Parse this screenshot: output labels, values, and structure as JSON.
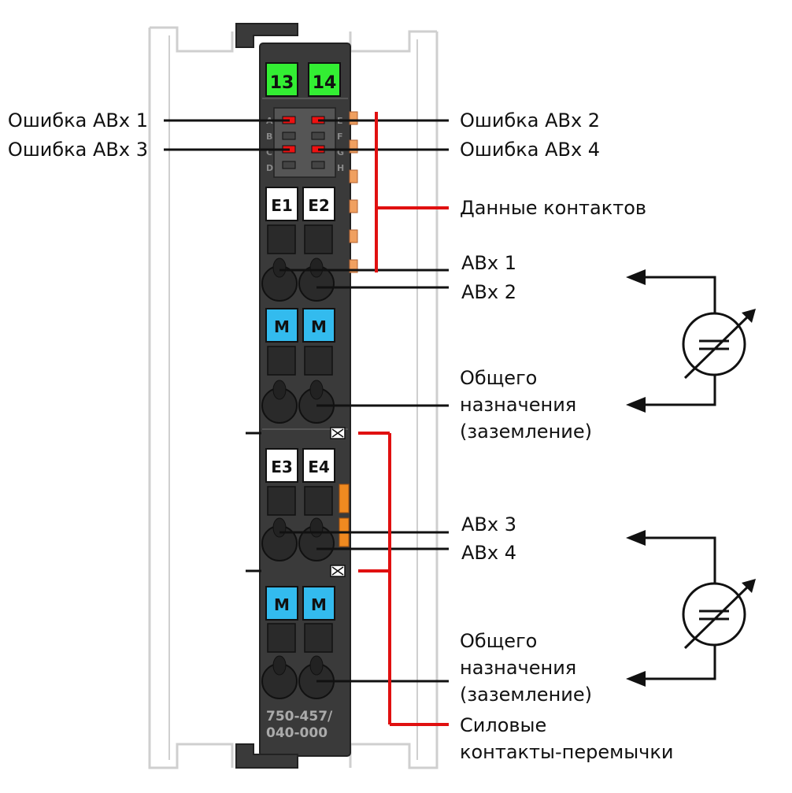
{
  "module": {
    "slot_top_left": "13",
    "slot_top_right": "14",
    "led_letters_left": [
      "A",
      "B",
      "C",
      "D"
    ],
    "led_letters_right": [
      "E",
      "F",
      "G",
      "H"
    ],
    "input_e1": "E1",
    "input_e2": "E2",
    "input_e3": "E3",
    "input_e4": "E4",
    "ground_marker": "M",
    "model_line1": "750-457/",
    "model_line2": "040-000"
  },
  "labels": {
    "err1": "Ошибка АВх 1",
    "err2": "Ошибка АВх 2",
    "err3": "Ошибка АВх 3",
    "err4": "Ошибка АВх 4",
    "contact_data": "Данные контактов",
    "abx1": "АВх 1",
    "abx2": "АВх 2",
    "abx3": "АВх 3",
    "abx4": "АВх 4",
    "common_1_line1": "Общего",
    "common_1_line2": "назначения",
    "common_1_line3": "(заземление)",
    "common_2_line1": "Общего",
    "common_2_line2": "назначения",
    "common_2_line3": "(заземление)",
    "power_line1": "Силовые",
    "power_line2": "контакты-перемычки"
  },
  "colors": {
    "housing": "#3a3a3a",
    "slot_green": "#33ee33",
    "marker_blue": "#33bbee",
    "led_red": "#ee1111",
    "leader_red": "#e01010",
    "contact_orange": "#f0a060",
    "rail_gray": "#cccccc"
  }
}
